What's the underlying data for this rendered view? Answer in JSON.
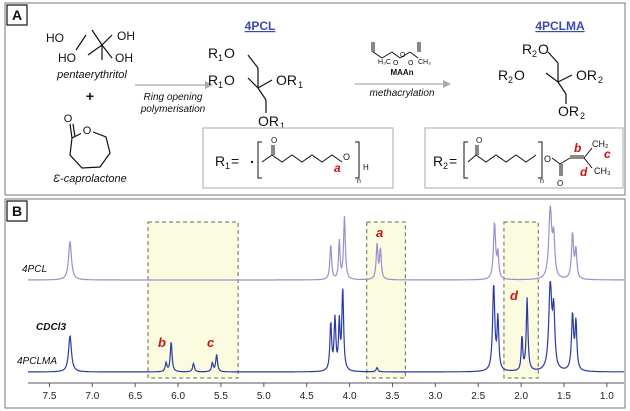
{
  "panel_a": {
    "label": "A",
    "reactant1": {
      "name": "pentaerythritol",
      "oh": [
        "HO",
        "OH",
        "HO",
        "OH"
      ]
    },
    "plus": "+",
    "reactant2": {
      "name": "Ɛ-caprolactone",
      "carbonyl_o": "O",
      "ring_o": "O"
    },
    "step1": {
      "label_line1": "Ring opening",
      "label_line2": "polymerisation"
    },
    "product1": {
      "title": "4PCL",
      "groups": [
        "R",
        "O",
        "R",
        "O",
        "OR",
        "OR"
      ],
      "sub": "1"
    },
    "step2": {
      "reagent": "MAAn",
      "label": "methacrylation",
      "ch3_left": "H₃C",
      "ch3_right": "CH₃",
      "o_atoms": [
        "O",
        "O",
        "O"
      ]
    },
    "product2": {
      "title": "4PCLMA",
      "groups": [
        "R",
        "O",
        "R",
        "O",
        "OR",
        "OR"
      ],
      "sub": "2"
    },
    "r1_box": {
      "lhs": "R",
      "sub": "1",
      "eq": "=",
      "o_top": "O",
      "o_chain": "O",
      "h": "H",
      "n": "n",
      "proton": "a"
    },
    "r2_box": {
      "lhs": "R",
      "sub": "2",
      "eq": "=",
      "o_top": "O",
      "o_chain": "O",
      "o_bottom": "O",
      "n": "n",
      "ch2": "CH₂",
      "ch3": "CH₃",
      "protons": [
        "b",
        "c",
        "d"
      ]
    }
  },
  "panel_b": {
    "label": "B",
    "trace_labels": [
      "4PCL",
      "4PCLMA"
    ],
    "solvent_label": "CDCl3",
    "peak_letters": [
      "a",
      "b",
      "c",
      "d"
    ],
    "colors": {
      "top": "#9a8fd0",
      "bottom": "#2a3aa8",
      "highlight": "#fbfbe0",
      "highlight_border": "#6b6b45",
      "letters": "#cc1111"
    }
  },
  "chart_data": {
    "type": "line",
    "xlabel": "",
    "ylabel": "",
    "xlim": [
      7.75,
      0.8
    ],
    "x_reversed": true,
    "x_ticks": [
      "7.5",
      "7.0",
      "6.5",
      "6.0",
      "5.5",
      "5.0",
      "4.5",
      "4.0",
      "3.5",
      "3.0",
      "2.5",
      "2.0",
      "1.5",
      "1.0"
    ],
    "highlight_ranges": [
      [
        6.35,
        5.3
      ],
      [
        3.8,
        3.35
      ],
      [
        2.2,
        1.8
      ]
    ],
    "annotations": [
      {
        "text": "a",
        "x": 3.66,
        "series": "4PCL"
      },
      {
        "text": "b",
        "x": 6.08,
        "series": "4PCLMA"
      },
      {
        "text": "c",
        "x": 5.55,
        "series": "4PCLMA"
      },
      {
        "text": "d",
        "x": 1.93,
        "series": "4PCLMA"
      },
      {
        "text": "CDCl3",
        "x": 7.26,
        "series": "4PCLMA"
      }
    ],
    "series": [
      {
        "name": "4PCL",
        "peaks": [
          [
            7.26,
            0.02,
            0.55
          ],
          [
            4.22,
            0.012,
            0.5
          ],
          [
            4.12,
            0.01,
            0.55
          ],
          [
            4.06,
            0.012,
            0.9
          ],
          [
            3.68,
            0.012,
            0.5
          ],
          [
            3.64,
            0.012,
            0.42
          ],
          [
            2.31,
            0.015,
            0.8
          ],
          [
            2.27,
            0.012,
            0.35
          ],
          [
            1.66,
            0.02,
            1.0
          ],
          [
            1.62,
            0.015,
            0.55
          ],
          [
            1.4,
            0.015,
            0.65
          ],
          [
            1.36,
            0.012,
            0.4
          ]
        ]
      },
      {
        "name": "4PCLMA",
        "peaks": [
          [
            7.26,
            0.02,
            0.42
          ],
          [
            6.14,
            0.012,
            0.1
          ],
          [
            6.08,
            0.012,
            0.35
          ],
          [
            5.82,
            0.012,
            0.1
          ],
          [
            5.6,
            0.012,
            0.1
          ],
          [
            5.55,
            0.012,
            0.2
          ],
          [
            4.22,
            0.012,
            0.55
          ],
          [
            4.17,
            0.012,
            0.6
          ],
          [
            4.12,
            0.01,
            0.55
          ],
          [
            4.08,
            0.012,
            0.95
          ],
          [
            3.68,
            0.012,
            0.05
          ],
          [
            2.32,
            0.015,
            1.0
          ],
          [
            2.27,
            0.012,
            0.6
          ],
          [
            1.99,
            0.01,
            0.4
          ],
          [
            1.93,
            0.012,
            0.85
          ],
          [
            1.66,
            0.02,
            1.0
          ],
          [
            1.62,
            0.015,
            0.65
          ],
          [
            1.4,
            0.015,
            0.65
          ],
          [
            1.36,
            0.012,
            0.55
          ]
        ]
      }
    ]
  }
}
